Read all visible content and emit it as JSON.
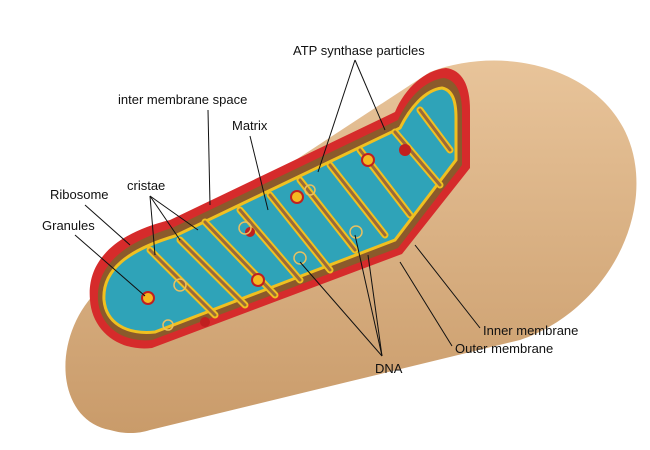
{
  "title": "Mitochondrion diagram",
  "labels": {
    "atp": "ATP synthase particles",
    "inter": "inter membrane space",
    "matrix": "Matrix",
    "cristae": "cristae",
    "ribosome": "Ribosome",
    "granules": "Granules",
    "inner": "Inner membrane",
    "outer": "Outer membrane",
    "dna": "DNA"
  },
  "colors": {
    "body": "#deb68a",
    "outer_membrane": "#d62b2b",
    "intermembrane": "#8b5a2b",
    "matrix": "#2fa3b8",
    "inner_membrane": "#f0c020"
  }
}
